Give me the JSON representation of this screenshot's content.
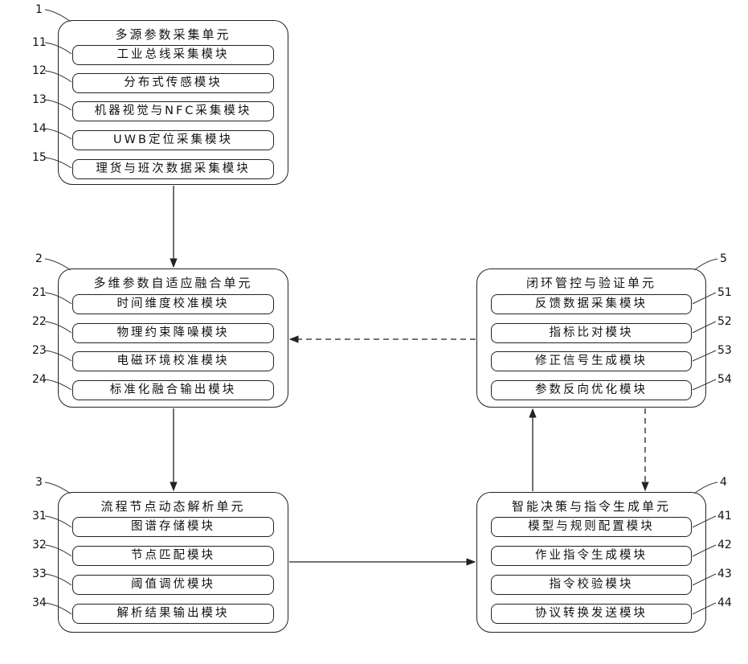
{
  "units": [
    {
      "ref": "1",
      "title": "多源参数采集单元",
      "modules": [
        {
          "ref": "11",
          "label": "工业总线采集模块"
        },
        {
          "ref": "12",
          "label": "分布式传感模块"
        },
        {
          "ref": "13",
          "label": "机器视觉与NFC采集模块"
        },
        {
          "ref": "14",
          "label": "UWB定位采集模块"
        },
        {
          "ref": "15",
          "label": "理货与班次数据采集模块"
        }
      ]
    },
    {
      "ref": "2",
      "title": "多维参数自适应融合单元",
      "modules": [
        {
          "ref": "21",
          "label": "时间维度校准模块"
        },
        {
          "ref": "22",
          "label": "物理约束降噪模块"
        },
        {
          "ref": "23",
          "label": "电磁环境校准模块"
        },
        {
          "ref": "24",
          "label": "标准化融合输出模块"
        }
      ]
    },
    {
      "ref": "3",
      "title": "流程节点动态解析单元",
      "modules": [
        {
          "ref": "31",
          "label": "图谱存储模块"
        },
        {
          "ref": "32",
          "label": "节点匹配模块"
        },
        {
          "ref": "33",
          "label": "阈值调优模块"
        },
        {
          "ref": "34",
          "label": "解析结果输出模块"
        }
      ]
    },
    {
      "ref": "4",
      "title": "智能决策与指令生成单元",
      "modules": [
        {
          "ref": "41",
          "label": "模型与规则配置模块"
        },
        {
          "ref": "42",
          "label": "作业指令生成模块"
        },
        {
          "ref": "43",
          "label": "指令校验模块"
        },
        {
          "ref": "44",
          "label": "协议转换发送模块"
        }
      ]
    },
    {
      "ref": "5",
      "title": "闭环管控与验证单元",
      "modules": [
        {
          "ref": "51",
          "label": "反馈数据采集模块"
        },
        {
          "ref": "52",
          "label": "指标比对模块"
        },
        {
          "ref": "53",
          "label": "修正信号生成模块"
        },
        {
          "ref": "54",
          "label": "参数反向优化模块"
        }
      ]
    }
  ],
  "connections": [
    {
      "from": "1",
      "to": "2",
      "style": "solid"
    },
    {
      "from": "2",
      "to": "3",
      "style": "solid"
    },
    {
      "from": "3",
      "to": "4",
      "style": "solid"
    },
    {
      "from": "4",
      "to": "5",
      "style": "solid"
    },
    {
      "from": "5",
      "to": "2",
      "style": "dashed"
    },
    {
      "from": "5",
      "to": "4",
      "style": "dashed"
    }
  ]
}
